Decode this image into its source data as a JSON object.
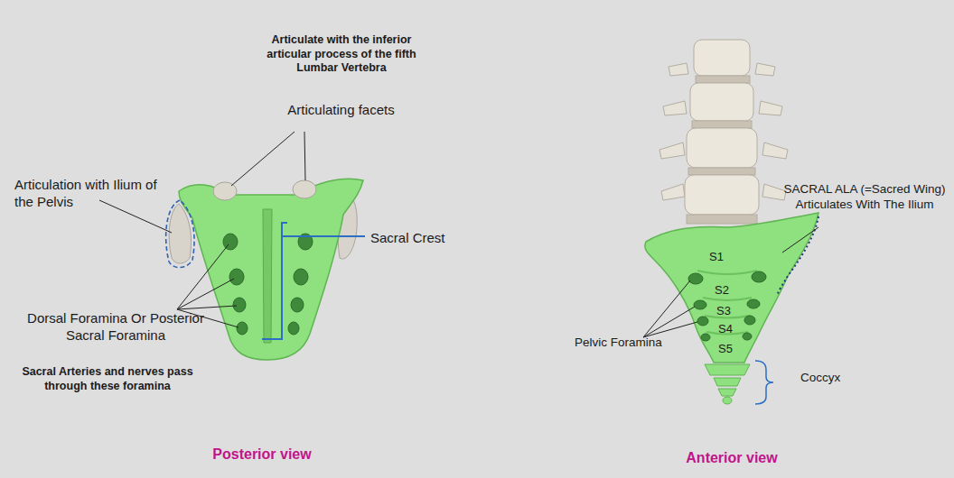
{
  "diagram": {
    "labels": [
      "Articulate with the inferior articular process of the fifth Lumbar Vertebra",
      "Articulating facets",
      "Articulation with Ilium of the Pelvis",
      "Sacral Crest",
      "Dorsal Foramina Or Posterior Sacral Foramina",
      "Sacral Arteries and nerves pass through these foramina",
      "Posterior view",
      "SACRAL ALA (=Sacred Wing) Articulates With The Ilium",
      "S1",
      "S2",
      "S3",
      "S4",
      "S5",
      "Pelvic Foramina",
      "Coccyx",
      "Anterior view"
    ]
  }
}
